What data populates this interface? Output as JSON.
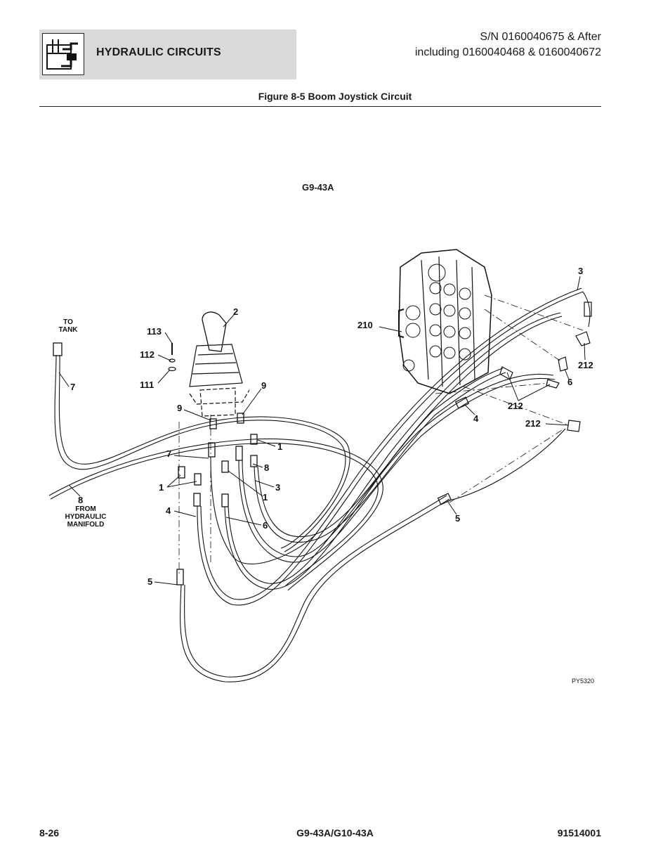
{
  "header": {
    "section_title": "HYDRAULIC CIRCUITS",
    "serial_line1": "S/N 0160040675 & After",
    "serial_line2": "including 0160040468 & 0160040672",
    "icon": "hydraulic-reservoir-icon"
  },
  "figure": {
    "caption": "Figure 8-5 Boom Joystick Circuit",
    "model": "G9-43A",
    "illustration_code": "PY5320",
    "notes": {
      "to_tank": [
        "TO",
        "TANK"
      ],
      "from_manifold": [
        "FROM",
        "HYDRAULIC",
        "MANIFOLD"
      ]
    },
    "callouts": [
      "2",
      "113",
      "112",
      "111",
      "9",
      "9",
      "7",
      "1",
      "1",
      "8",
      "3",
      "1",
      "4",
      "6",
      "5",
      "7",
      "8",
      "210",
      "3",
      "212",
      "6",
      "212",
      "212",
      "4",
      "5"
    ]
  },
  "footer": {
    "page": "8-26",
    "models": "G9-43A/G10-43A",
    "doc_number": "91514001"
  }
}
